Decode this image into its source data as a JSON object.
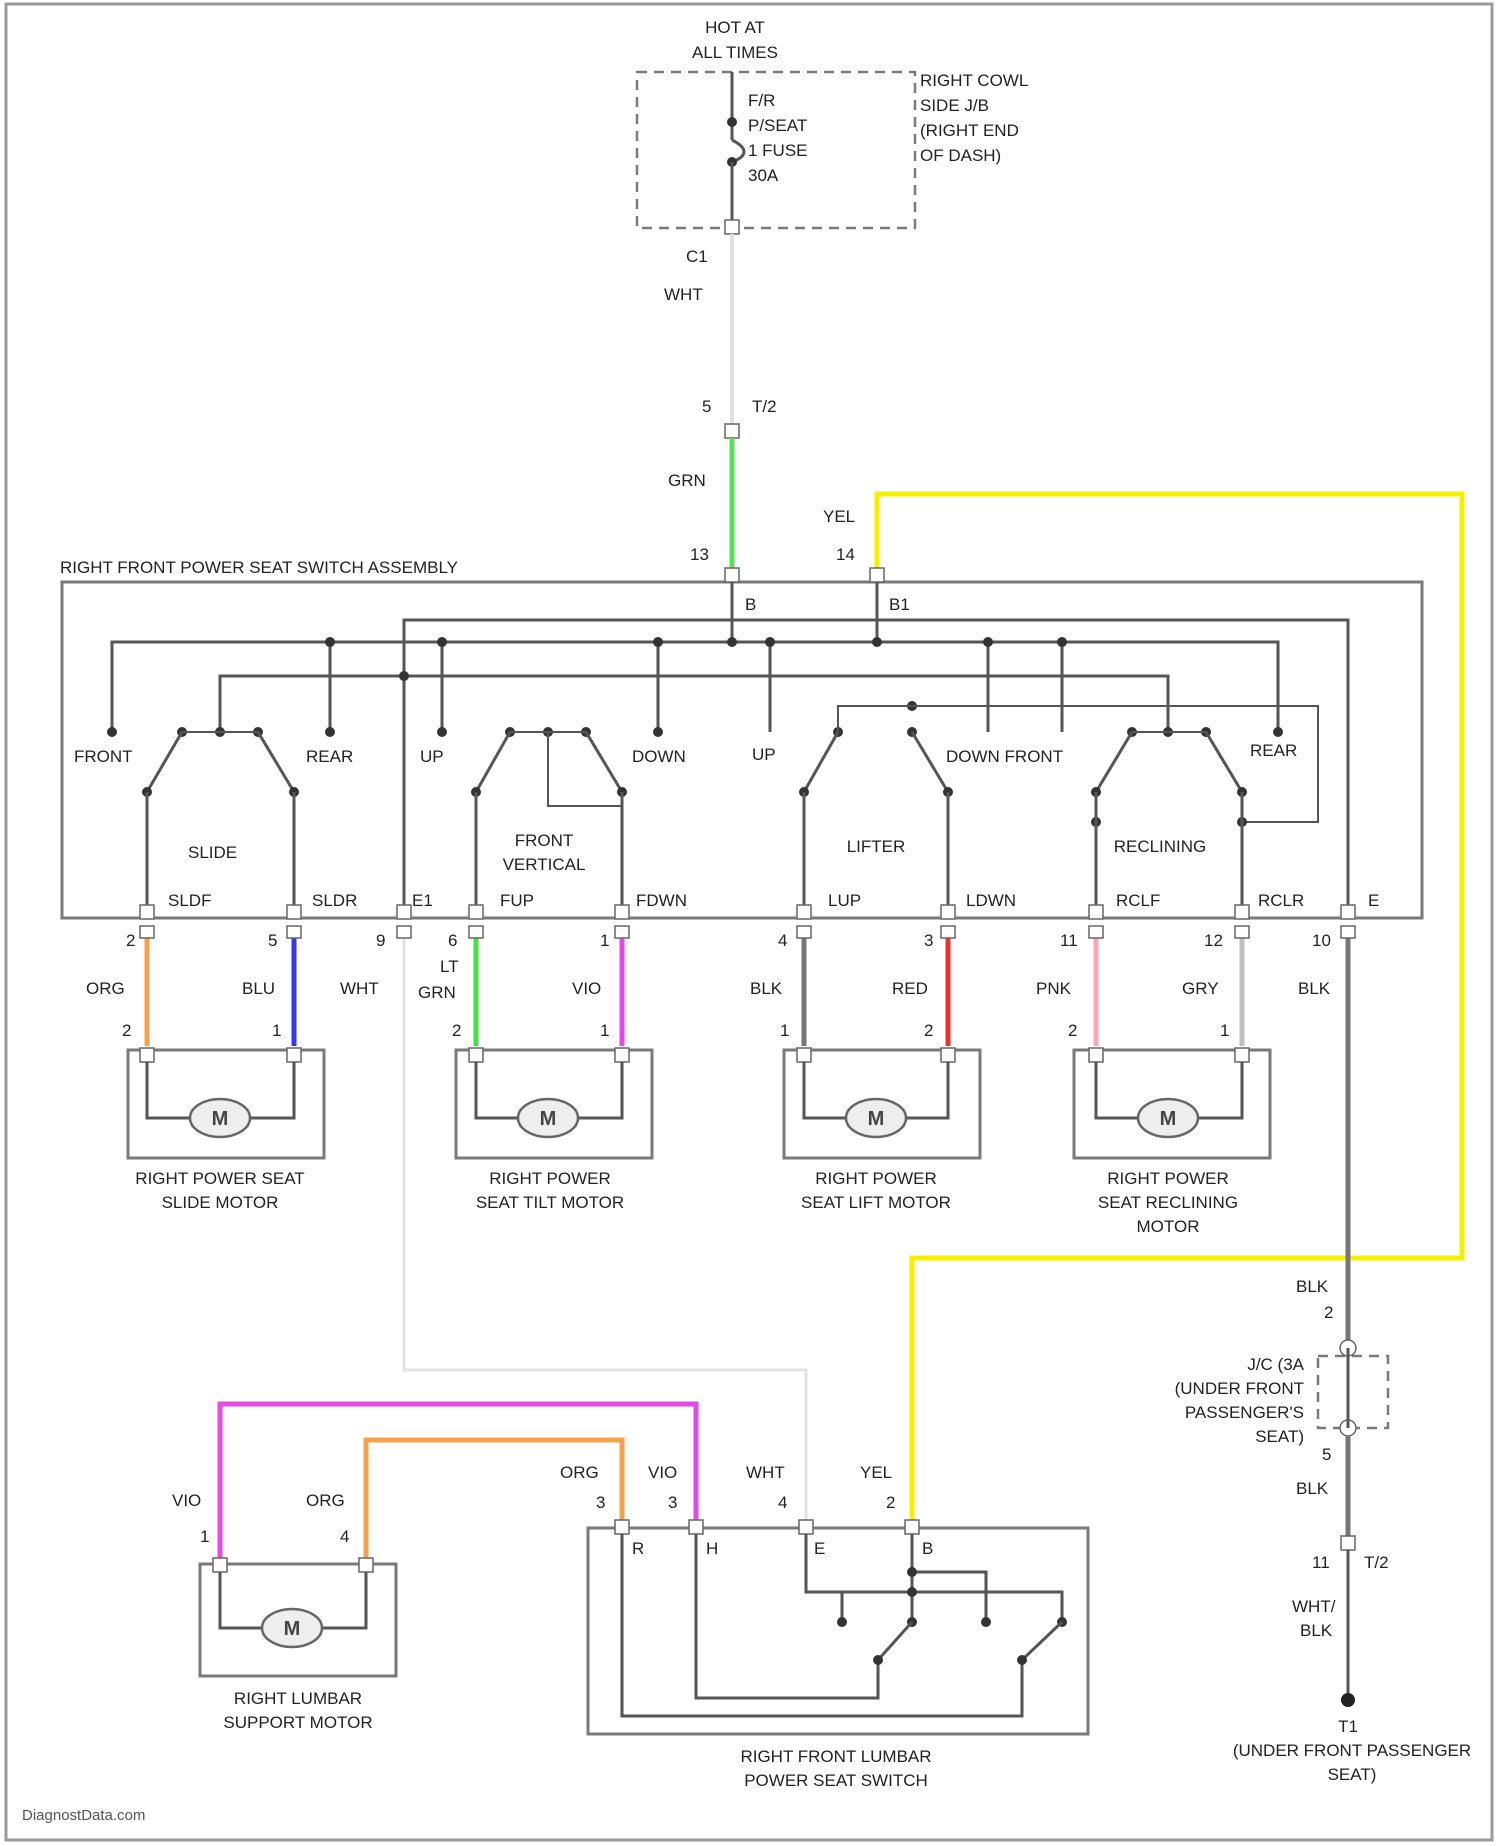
{
  "colors": {
    "WHT": "#e2e2e2",
    "GRN": "#58e058",
    "YEL": "#f4f000",
    "ORG": "#f7a04a",
    "BLU": "#3838f2",
    "LTGRN": "#46e046",
    "VIO": "#e44ae6",
    "BLK": "#777777",
    "RED": "#ee3030",
    "PNK": "#f7a8bc",
    "GRY": "#c0c0c0"
  },
  "power": {
    "hot": "HOT AT",
    "hot2": "ALL TIMES",
    "fuse1": "F/R",
    "fuse2": "P/SEAT",
    "fuse3": "1 FUSE",
    "fuse4": "30A"
  },
  "junction_block": {
    "l1": "RIGHT COWL",
    "l2": "SIDE J/B",
    "l3": "(RIGHT END",
    "l4": "OF DASH)"
  },
  "wires": {
    "c1": "C1",
    "wht": "WHT",
    "pin5": "5",
    "t2": "T/2",
    "grn": "GRN",
    "yel": "YEL",
    "pin13": "13",
    "pin14": "14",
    "b": "B",
    "b1": "B1"
  },
  "switch_assembly": {
    "title": "RIGHT FRONT POWER SEAT SWITCH ASSEMBLY",
    "front": "FRONT",
    "rear": "REAR",
    "slide": "SLIDE",
    "up1": "UP",
    "down1": "DOWN",
    "frontvertical1": "FRONT",
    "frontvertical2": "VERTICAL",
    "up2": "UP",
    "downfront": "DOWN FRONT",
    "lifter": "LIFTER",
    "rear2": "REAR",
    "reclining": "RECLINING",
    "sldf": "SLDF",
    "sldr": "SLDR",
    "e1": "E1",
    "fup": "FUP",
    "fdwn": "FDWN",
    "lup": "LUP",
    "ldwn": "LDWN",
    "rclf": "RCLF",
    "rclr": "RCLR",
    "e": "E"
  },
  "harness": {
    "p2": "2",
    "p5": "5",
    "p9": "9",
    "p6": "6",
    "p1": "1",
    "p4": "4",
    "p3": "3",
    "p11": "11",
    "p12": "12",
    "p10": "10",
    "org": "ORG",
    "blu": "BLU",
    "wht": "WHT",
    "lt": "LT",
    "ltgrn": "GRN",
    "vio": "VIO",
    "blk": "BLK",
    "red": "RED",
    "pnk": "PNK",
    "gry": "GRY",
    "blk2": "BLK"
  },
  "motor_pins": {
    "m2": "2",
    "m1": "1"
  },
  "motors": {
    "symbol": "M",
    "slide1": "RIGHT POWER SEAT",
    "slide2": "SLIDE MOTOR",
    "tilt1": "RIGHT POWER",
    "tilt2": "SEAT TILT MOTOR",
    "lift1": "RIGHT POWER",
    "lift2": "SEAT LIFT MOTOR",
    "recl1": "RIGHT POWER",
    "recl2": "SEAT RECLINING",
    "recl3": "MOTOR"
  },
  "ground": {
    "blk_a": "BLK",
    "p2": "2",
    "jc1": "J/C (3A",
    "jc2": "(UNDER FRONT",
    "jc3": "PASSENGER'S",
    "jc4": "SEAT)",
    "p5": "5",
    "blk_b": "BLK",
    "p11": "11",
    "t2": "T/2",
    "whtblk1": "WHT/",
    "whtblk2": "BLK",
    "t1": "T1",
    "t1l1": "(UNDER FRONT PASSENGER",
    "t1l2": "SEAT)"
  },
  "lumbar": {
    "vio": "VIO",
    "org": "ORG",
    "p1": "1",
    "p4": "4",
    "motor1": "RIGHT LUMBAR",
    "motor2": "SUPPORT MOTOR",
    "sw_org": "ORG",
    "sw_vio": "VIO",
    "sw_wht": "WHT",
    "sw_yel": "YEL",
    "s3a": "3",
    "s3b": "3",
    "s4": "4",
    "s2": "2",
    "r": "R",
    "h": "H",
    "e": "E",
    "b": "B",
    "switch1": "RIGHT FRONT LUMBAR",
    "switch2": "POWER SEAT SWITCH"
  },
  "watermark": "DiagnostData.com"
}
